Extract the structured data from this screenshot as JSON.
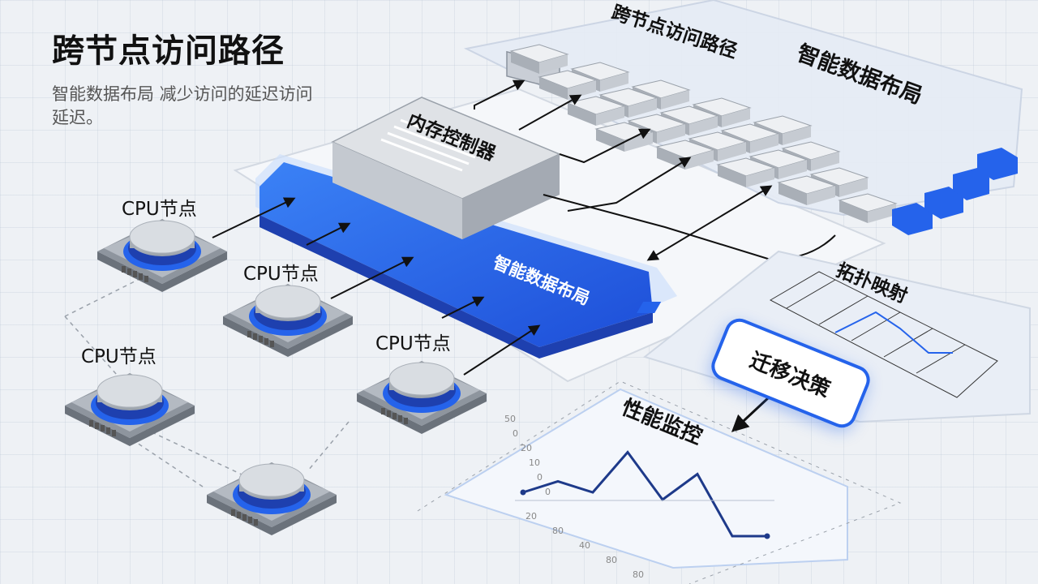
{
  "header": {
    "title": "跨节点访问路径",
    "subtitle": "智能数据布局  减少访问的延迟访问延迟。"
  },
  "labels": {
    "cpu_nodes": [
      "CPU节点",
      "CPU节点",
      "CPU节点",
      "CPU节点"
    ],
    "memory_controller": "内存控制器",
    "smart_layout_platform": "智能数据布局",
    "cross_node_path_panel": "跨节点访问路径",
    "smart_layout_panel": "智能数据布局",
    "topology_mapping": "拓扑映射",
    "migration_decision": "迁移决策",
    "performance_monitor": "性能监控"
  },
  "chart_data": {
    "type": "line",
    "x": [
      0,
      20,
      40,
      60,
      80,
      100,
      120,
      140
    ],
    "y": [
      0,
      3,
      0,
      11,
      -2,
      5,
      -12,
      -12
    ],
    "xticks": [
      "20",
      "80",
      "40",
      "80",
      "80"
    ],
    "yticks": [
      "50",
      "0",
      "20",
      "10",
      "0",
      "0"
    ]
  },
  "colors": {
    "accent": "#2563eb",
    "background": "#eef1f5"
  }
}
